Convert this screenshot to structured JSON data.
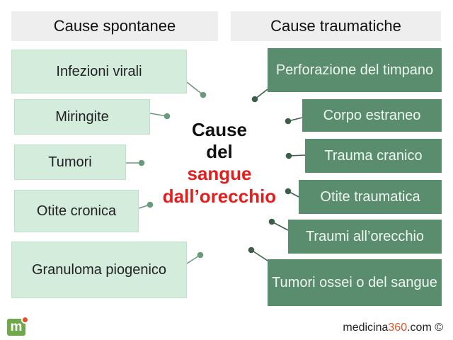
{
  "headers": {
    "left": "Cause spontanee",
    "right": "Cause traumatiche"
  },
  "center": {
    "line1": "Cause",
    "line2": "del",
    "line3": "sangue",
    "line4": "dall’orecchio"
  },
  "spontaneous": [
    "Infezioni virali",
    "Miringite",
    "Tumori",
    "Otite cronica",
    "Granuloma piogenico"
  ],
  "traumatic": [
    "Perforazione del timpano",
    "Corpo estraneo",
    "Trauma cranico",
    "Otite traumatica",
    "Traumi all’orecchio",
    "Tumori ossei o del sangue"
  ],
  "credit": {
    "pre": "medicina",
    "num": "360",
    "post": ".com ©"
  },
  "logo": {
    "letter": "m"
  },
  "colors": {
    "spontaneous_fill": "#d4ecdc",
    "traumatic_fill": "#5a8c6e",
    "accent_red": "#e61d1d",
    "brand_orange": "#e0542a",
    "brand_green": "#6fa84d"
  }
}
